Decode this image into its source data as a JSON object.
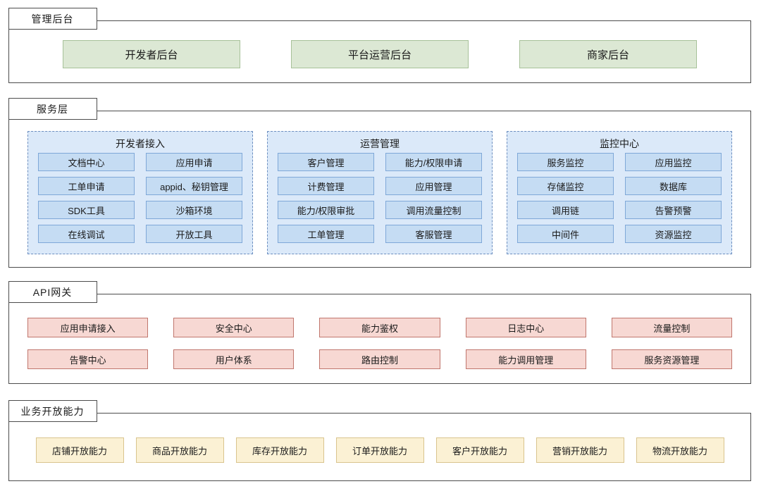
{
  "colors": {
    "outline": "#4c4c4c",
    "green_fill": "#dce8d4",
    "green_border": "#a7c199",
    "container_fill": "#dbe9f9",
    "container_border": "#6c8ebf",
    "blue_fill": "#c5dcf3",
    "blue_border": "#7fa8d8",
    "red_fill": "#f7d8d3",
    "red_border": "#c0766d",
    "yellow_fill": "#fbf1d4",
    "yellow_border": "#d9c48e"
  },
  "sections": [
    {
      "label": "管理后台",
      "boxes": [
        "开发者后台",
        "平台运营后台",
        "商家后台"
      ]
    },
    {
      "label": "服务层",
      "groups": [
        {
          "title": "开发者接入",
          "items": [
            "文档中心",
            "应用申请",
            "工单申请",
            "appid、秘钥管理",
            "SDK工具",
            "沙箱环境",
            "在线调试",
            "开放工具"
          ]
        },
        {
          "title": "运营管理",
          "items": [
            "客户管理",
            "能力/权限申请",
            "计费管理",
            "应用管理",
            "能力/权限审批",
            "调用流量控制",
            "工单管理",
            "客服管理"
          ]
        },
        {
          "title": "监控中心",
          "items": [
            "服务监控",
            "应用监控",
            "存储监控",
            "数据库",
            "调用链",
            "告警预警",
            "中间件",
            "资源监控"
          ]
        }
      ]
    },
    {
      "label": "API网关",
      "boxes": [
        "应用申请接入",
        "安全中心",
        "能力鉴权",
        "日志中心",
        "流量控制",
        "告警中心",
        "用户体系",
        "路由控制",
        "能力调用管理",
        "服务资源管理"
      ]
    },
    {
      "label": "业务开放能力",
      "boxes": [
        "店铺开放能力",
        "商品开放能力",
        "库存开放能力",
        "订单开放能力",
        "客户开放能力",
        "营销开放能力",
        "物流开放能力"
      ]
    }
  ]
}
